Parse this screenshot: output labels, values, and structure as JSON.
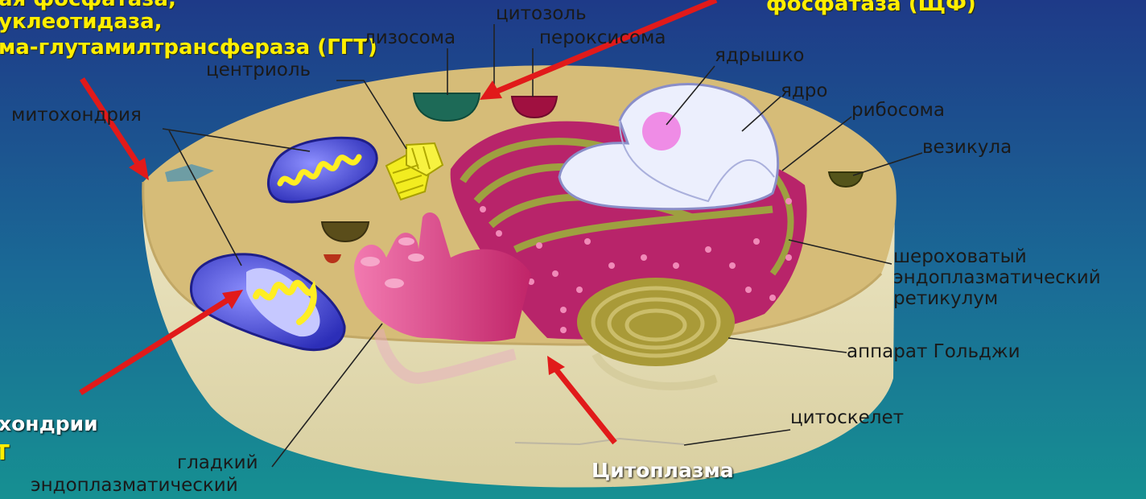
{
  "colors": {
    "background_top": "#1d3f8a",
    "background_bottom": "#1b8c94",
    "cytoplasm": "#d6bc78",
    "cell_base": "#e4dcb0",
    "enzyme_text": "#ffee00",
    "arrow": "#e11a1a",
    "er_pink": "#d8307a",
    "golgi": "#a99a38",
    "mitochondrion": "#3a3ec8",
    "nucleus": "#e9ecff",
    "nucleolus": "#ef8ce6"
  },
  "enzymes": {
    "line1": "ая фосфатаза,",
    "line2": "уклеотидаза,",
    "line3": "ма-глутамилтрансфераза (ГГТ)",
    "alkaline_phosphatase": "фосфатаза (ЩФ)",
    "mito_label": "хондрии",
    "mito_enzyme": "Т",
    "cytoplasm_enzyme": "Цитоплазма"
  },
  "labels": {
    "cytosol": "цитозоль",
    "lysosome": "лизосома",
    "peroxisome": "пероксисома",
    "centriole": "центриоль",
    "nucleolus": "ядрышко",
    "nucleus": "ядро",
    "ribosome": "рибосома",
    "mitochondrion": "митохондрия",
    "vesicle": "везикула",
    "rough_er_1": "шероховатый",
    "rough_er_2": "эндоплазматический",
    "rough_er_3": "ретикулум",
    "golgi": "аппарат Гольджи",
    "cytoskeleton": "цитоскелет",
    "smooth_er_1": "гладкий",
    "smooth_er_2": "эндоплазматический"
  }
}
